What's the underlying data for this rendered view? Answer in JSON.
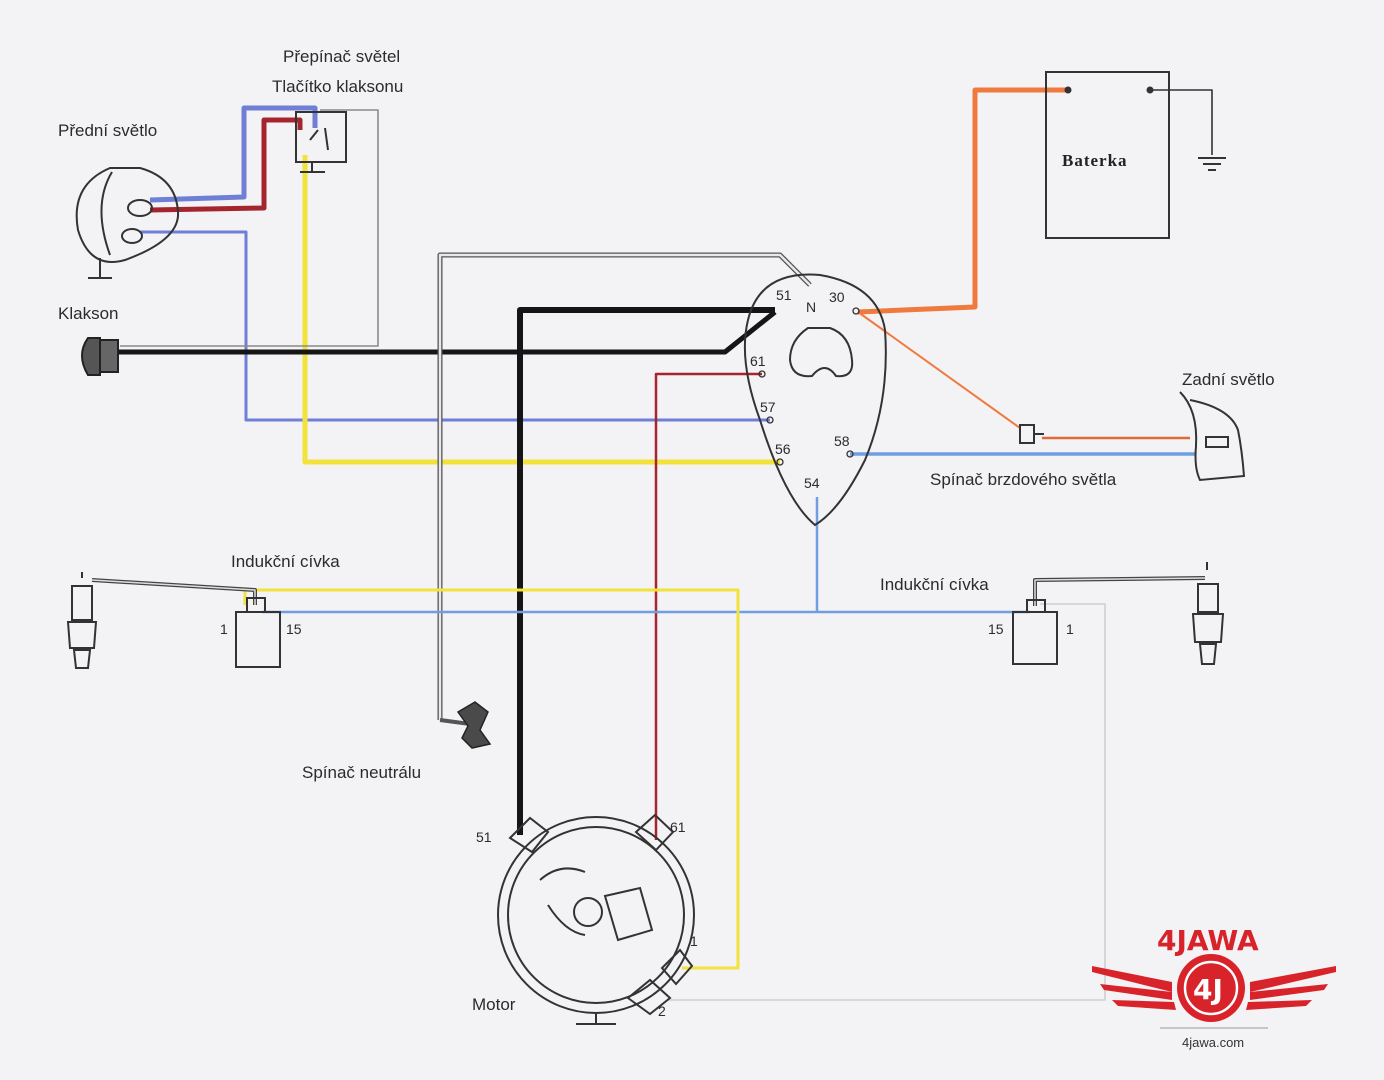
{
  "labels": {
    "headlight_switch": "Přepínač světel",
    "horn_button": "Tlačítko klaksonu",
    "front_light": "Přední světlo",
    "horn": "Klakson",
    "battery": "Baterka",
    "rear_light": "Zadní světlo",
    "brake_switch": "Spínač brzdového světla",
    "coil_left": "Indukční cívka",
    "coil_right": "Indukční cívka",
    "neutral_switch": "Spínač neutrálu",
    "motor": "Motor"
  },
  "ignition_terminals": {
    "t51": "51",
    "tN": "N",
    "t30": "30",
    "t61": "61",
    "t57": "57",
    "t56": "56",
    "t58": "58",
    "t54": "54"
  },
  "coil_left_pins": {
    "p1": "1",
    "p15": "15"
  },
  "coil_right_pins": {
    "p15": "15",
    "p1": "1"
  },
  "motor_pins": {
    "p51": "51",
    "p61": "61",
    "p1": "1",
    "p2": "2"
  },
  "logo": {
    "name": "4JAWA",
    "emblem": "4J",
    "url": "4jawa.com"
  },
  "wire_colors": {
    "orange": "#f07a3e",
    "blue": "#6f7fd6",
    "light_blue": "#6f9fe0",
    "red": "#a5252e",
    "yellow": "#f2e33c",
    "black": "#151515",
    "grey": "#8a8a8a",
    "brand_red": "#d8232a"
  }
}
